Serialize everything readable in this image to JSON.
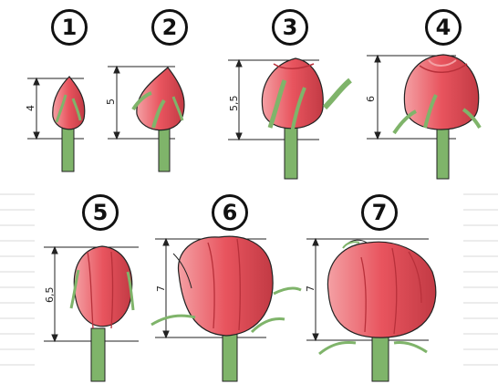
{
  "stages": [
    {
      "number": "1",
      "height_label": "4"
    },
    {
      "number": "2",
      "height_label": "5"
    },
    {
      "number": "3",
      "height_label": "5,5"
    },
    {
      "number": "4",
      "height_label": "6"
    },
    {
      "number": "5",
      "height_label": "6,5"
    },
    {
      "number": "6",
      "height_label": "7"
    },
    {
      "number": "7",
      "height_label": "7"
    }
  ],
  "colors": {
    "petal": "#e8545e",
    "petal_light": "#f4a0a4",
    "petal_dark": "#b8303a",
    "stem": "#7fb46a",
    "outline": "#222222"
  }
}
